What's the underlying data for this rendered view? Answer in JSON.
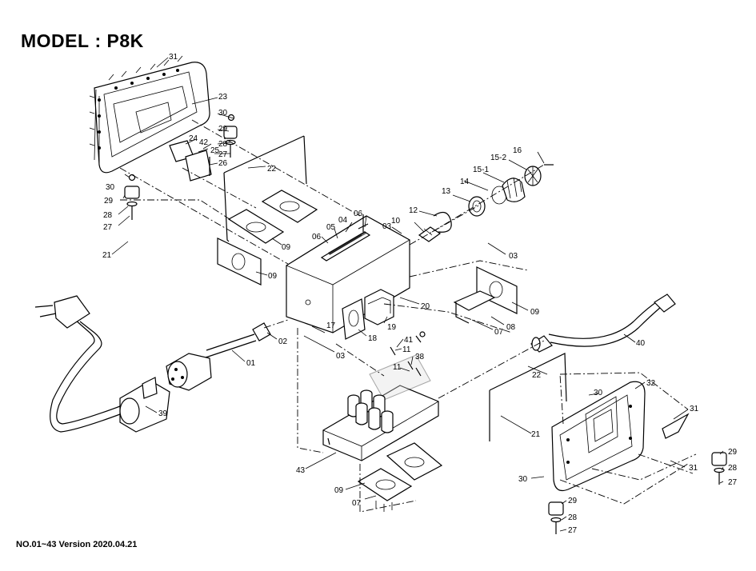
{
  "title": "MODEL : P8K",
  "footer": "NO.01~43  Version 2020.04.21",
  "labels": {
    "p31a": "31",
    "p23": "23",
    "p30a": "30",
    "p29a": "29",
    "p28a": "28",
    "p27a": "27",
    "p26": "26",
    "p25": "25",
    "p24": "24",
    "p42": "42",
    "p22a": "22",
    "p30b": "30",
    "p29b": "29",
    "p28b": "28",
    "p27b": "27",
    "p21a": "21",
    "p09a": "09",
    "p09b": "09",
    "p06a": "06",
    "p04": "04",
    "p05": "05",
    "p06b": "06",
    "p03a": "03",
    "p10": "10",
    "p12": "12",
    "p13": "13",
    "p14": "14",
    "p15_1": "15-1",
    "p15_2": "15-2",
    "p16": "16",
    "p03b": "03",
    "p09c": "09",
    "p08": "08",
    "p07a": "07",
    "p20": "20",
    "p19": "19",
    "p18": "18",
    "p17": "17",
    "p41": "41",
    "p11a": "11",
    "p38": "38",
    "p11b": "11",
    "p02": "02",
    "p03c": "03",
    "p01": "01",
    "p39": "39",
    "p40": "40",
    "p22b": "22",
    "p30c": "30",
    "p32": "32",
    "p31b": "31",
    "p21b": "21",
    "p31c": "31",
    "p29c": "29",
    "p28c": "28",
    "p27c": "27",
    "p30d": "30",
    "p29d": "29",
    "p28d": "28",
    "p27d": "27",
    "p43": "43",
    "p09d": "09",
    "p07b": "07"
  }
}
